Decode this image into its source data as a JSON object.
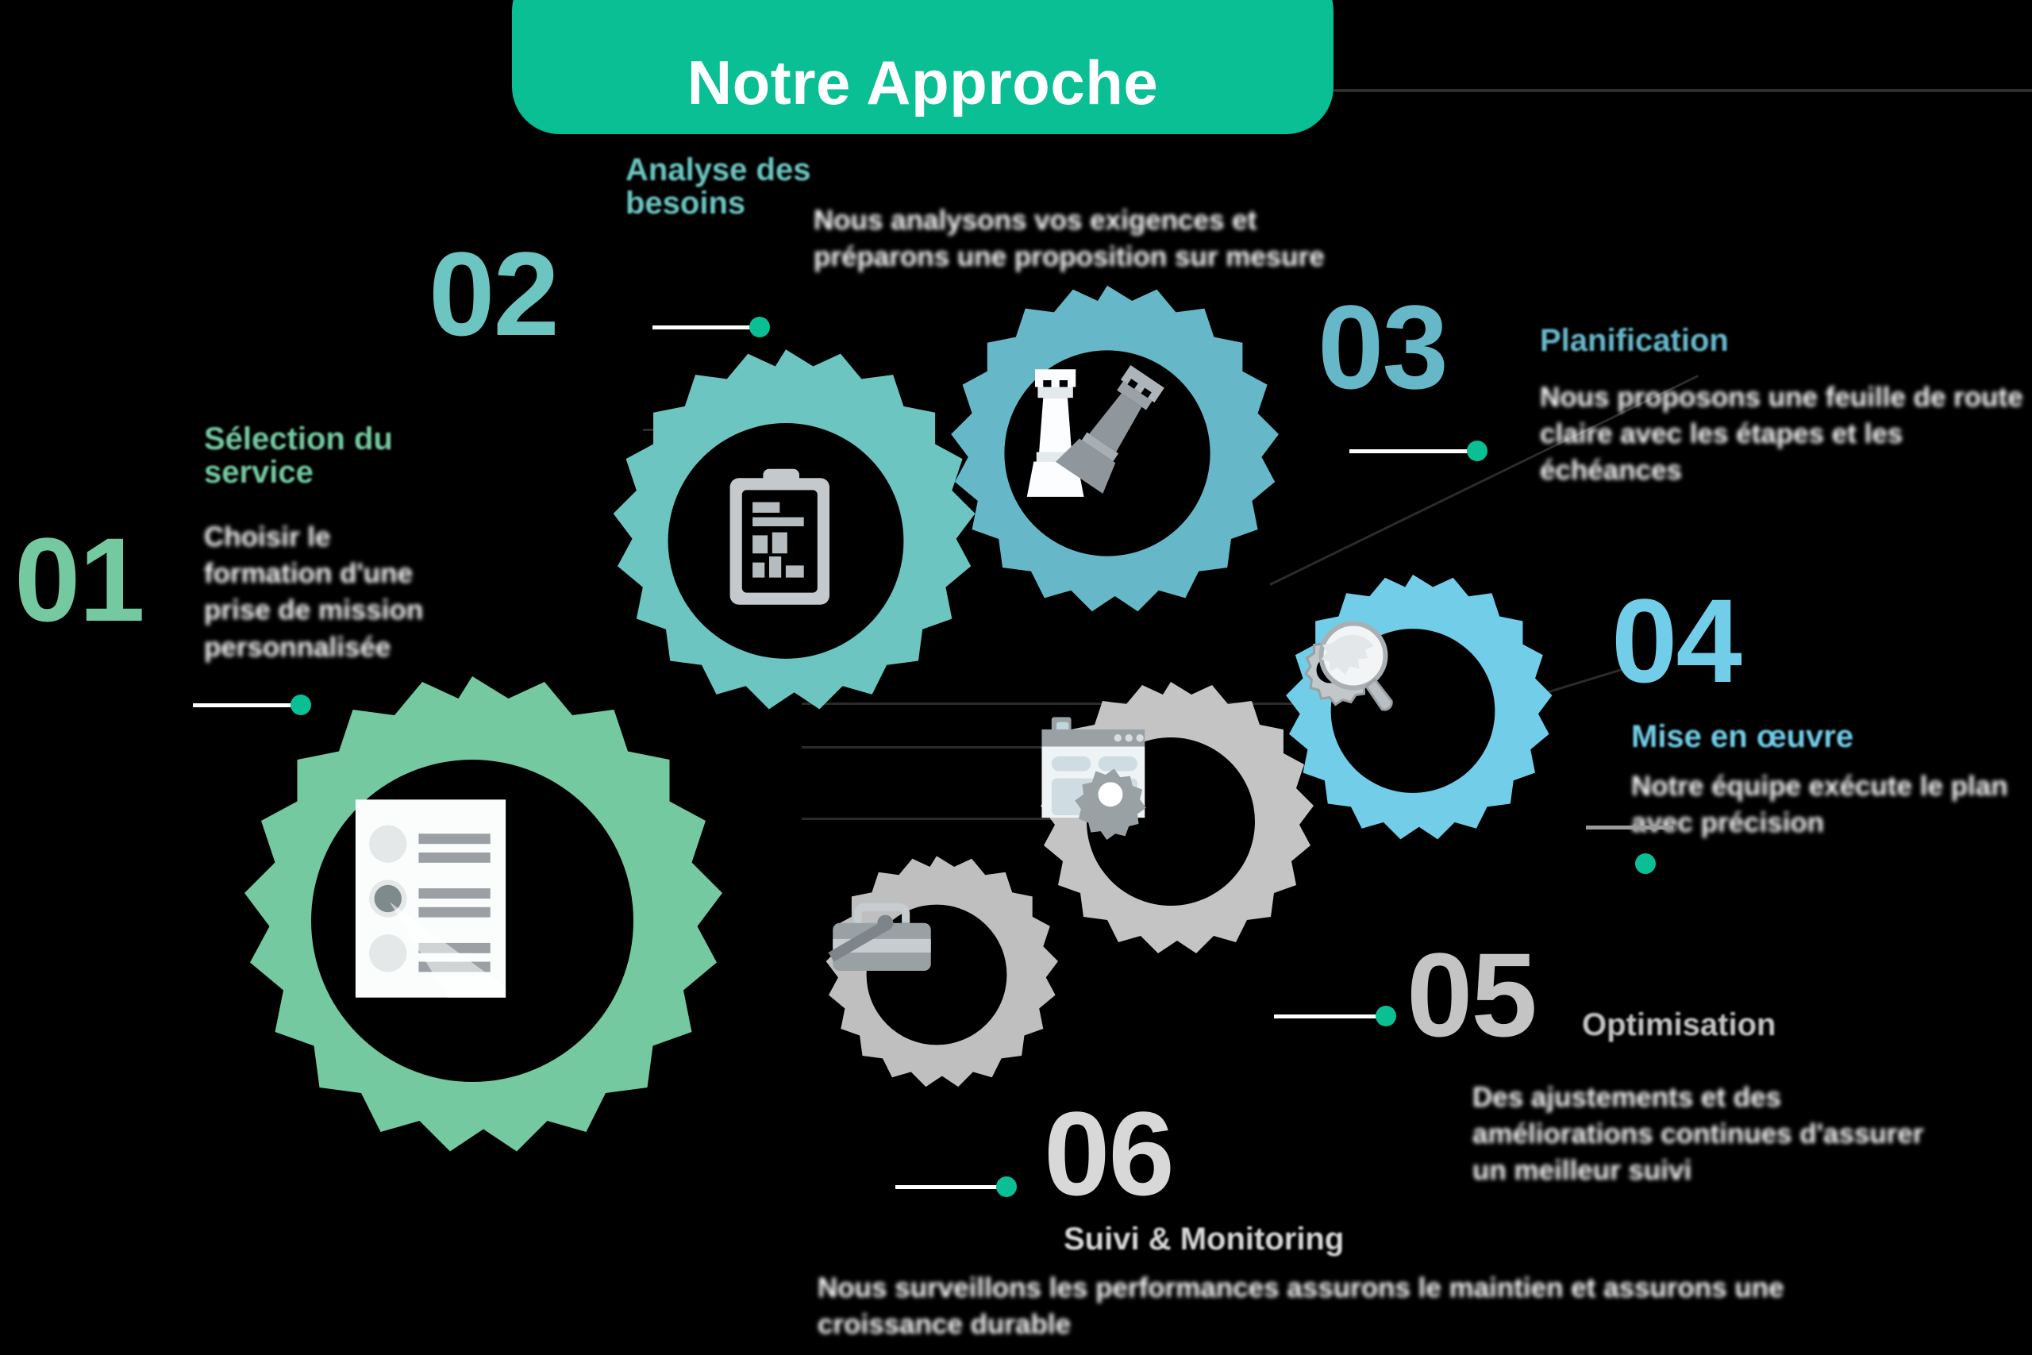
{
  "header": {
    "title": "Notre Approche",
    "banner_color": "#0ABF93",
    "title_color": "#ffffff"
  },
  "steps": [
    {
      "number": "01",
      "title": "Sélection du service",
      "body": "Choisir le formation d'une prise de mission personnalisée",
      "color": "#74C9A0",
      "gear_color": "#74C9A0",
      "icon": "document-checklist-icon"
    },
    {
      "number": "02",
      "title": "Analyse des besoins",
      "body": "Nous analysons vos exigences et préparons une proposition sur mesure",
      "color": "#6CC5C0",
      "gear_color": "#6CC5C0",
      "icon": "clipboard-analysis-icon"
    },
    {
      "number": "03",
      "title": "Planification",
      "body": "Nous proposons une feuille de route claire avec les étapes et les échéances",
      "color": "#66B8C9",
      "gear_color": "#66B8C9",
      "icon": "chess-strategy-icon"
    },
    {
      "number": "04",
      "title": "Mise en œuvre",
      "body": "Notre équipe exécute le plan avec précision",
      "color": "#72CDE8",
      "gear_color": "#72CDE8",
      "icon": "magnifier-gear-icon"
    },
    {
      "number": "05",
      "title": "Optimisation",
      "body": "Des ajustements et des améliorations continues d'assurer un meilleur suivi",
      "color": "#C4C4C4",
      "gear_color": "#C4C4C4",
      "icon": "browser-settings-icon"
    },
    {
      "number": "06",
      "title": "Suivi & Monitoring",
      "body": "Nous surveillons les performances assurons le maintien et assurons une croissance durable",
      "color": "#D8D8D8",
      "gear_color": "#BFBFBF",
      "icon": "toolbox-icon"
    }
  ],
  "palette": {
    "background": "#000000",
    "accent_dot": "#0ABF93",
    "connector": "#ffffff",
    "icon_light": "#e8eef1",
    "icon_mid": "#b9c0c4",
    "icon_dark": "#8a9297"
  }
}
